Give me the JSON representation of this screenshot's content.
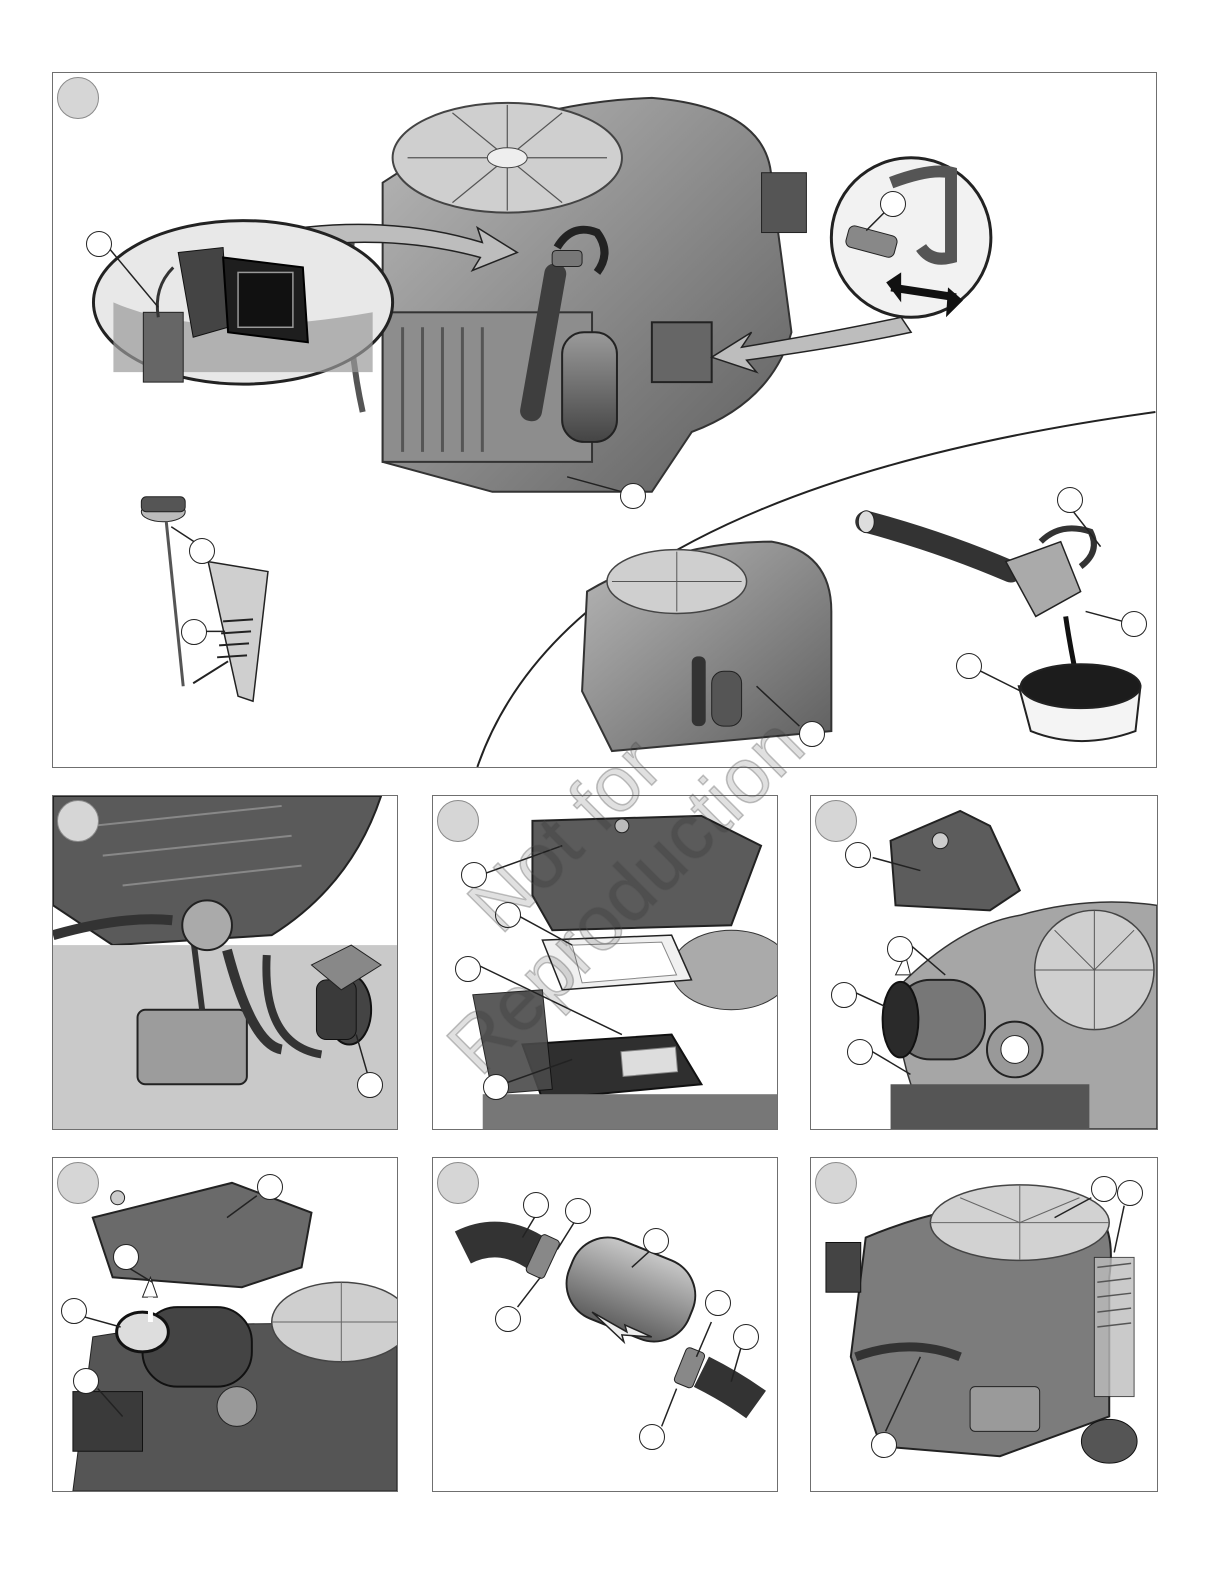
{
  "watermark": {
    "line1": "Not for",
    "line2": "Reproduction"
  },
  "colors": {
    "border": "#6f6f6f",
    "engine_dark": "#5a5a5a",
    "engine_mid": "#8c8c8c",
    "engine_light": "#c4c4c4",
    "badge": "#d6d6d6"
  },
  "panels": [
    {
      "id": "oil-change",
      "callouts": 10
    },
    {
      "id": "oil-filter",
      "callouts": 1
    },
    {
      "id": "air-filter-panel",
      "callouts": 4
    },
    {
      "id": "air-filter-round",
      "callouts": 4
    },
    {
      "id": "air-filter-oval",
      "callouts": 4
    },
    {
      "id": "fuel-filter",
      "callouts": 7
    },
    {
      "id": "cooling-fins",
      "callouts": 3
    }
  ],
  "icons": {
    "step": "step-number-badge",
    "callout": "callout-circle",
    "arrow": "direction-arrow-icon"
  }
}
